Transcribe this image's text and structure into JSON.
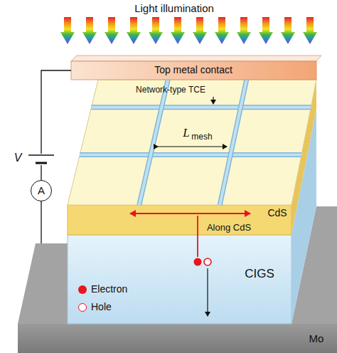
{
  "diagram": {
    "title": "Light illumination",
    "nodes": [
      {
        "text": [
          "Top metal contact"
        ]
      },
      {
        "text": [
          "CdS",
          "Along CdS"
        ]
      },
      {
        "text": [
          "CIGS"
        ]
      },
      {
        "text": [
          "Mo"
        ]
      },
      {
        "text": [
          "A"
        ]
      }
    ],
    "edges": [
      {
        "from": 0,
        "to": 4,
        "arrow": "none"
      },
      {
        "from": 4,
        "to": 3,
        "arrow": "none"
      }
    ],
    "labels": [
      "Network-type TCE",
      "L",
      "mesh",
      "V"
    ],
    "legend": [
      {
        "text": "Electron",
        "color": "#e8141e"
      },
      {
        "text": "Hole"
      }
    ]
  }
}
